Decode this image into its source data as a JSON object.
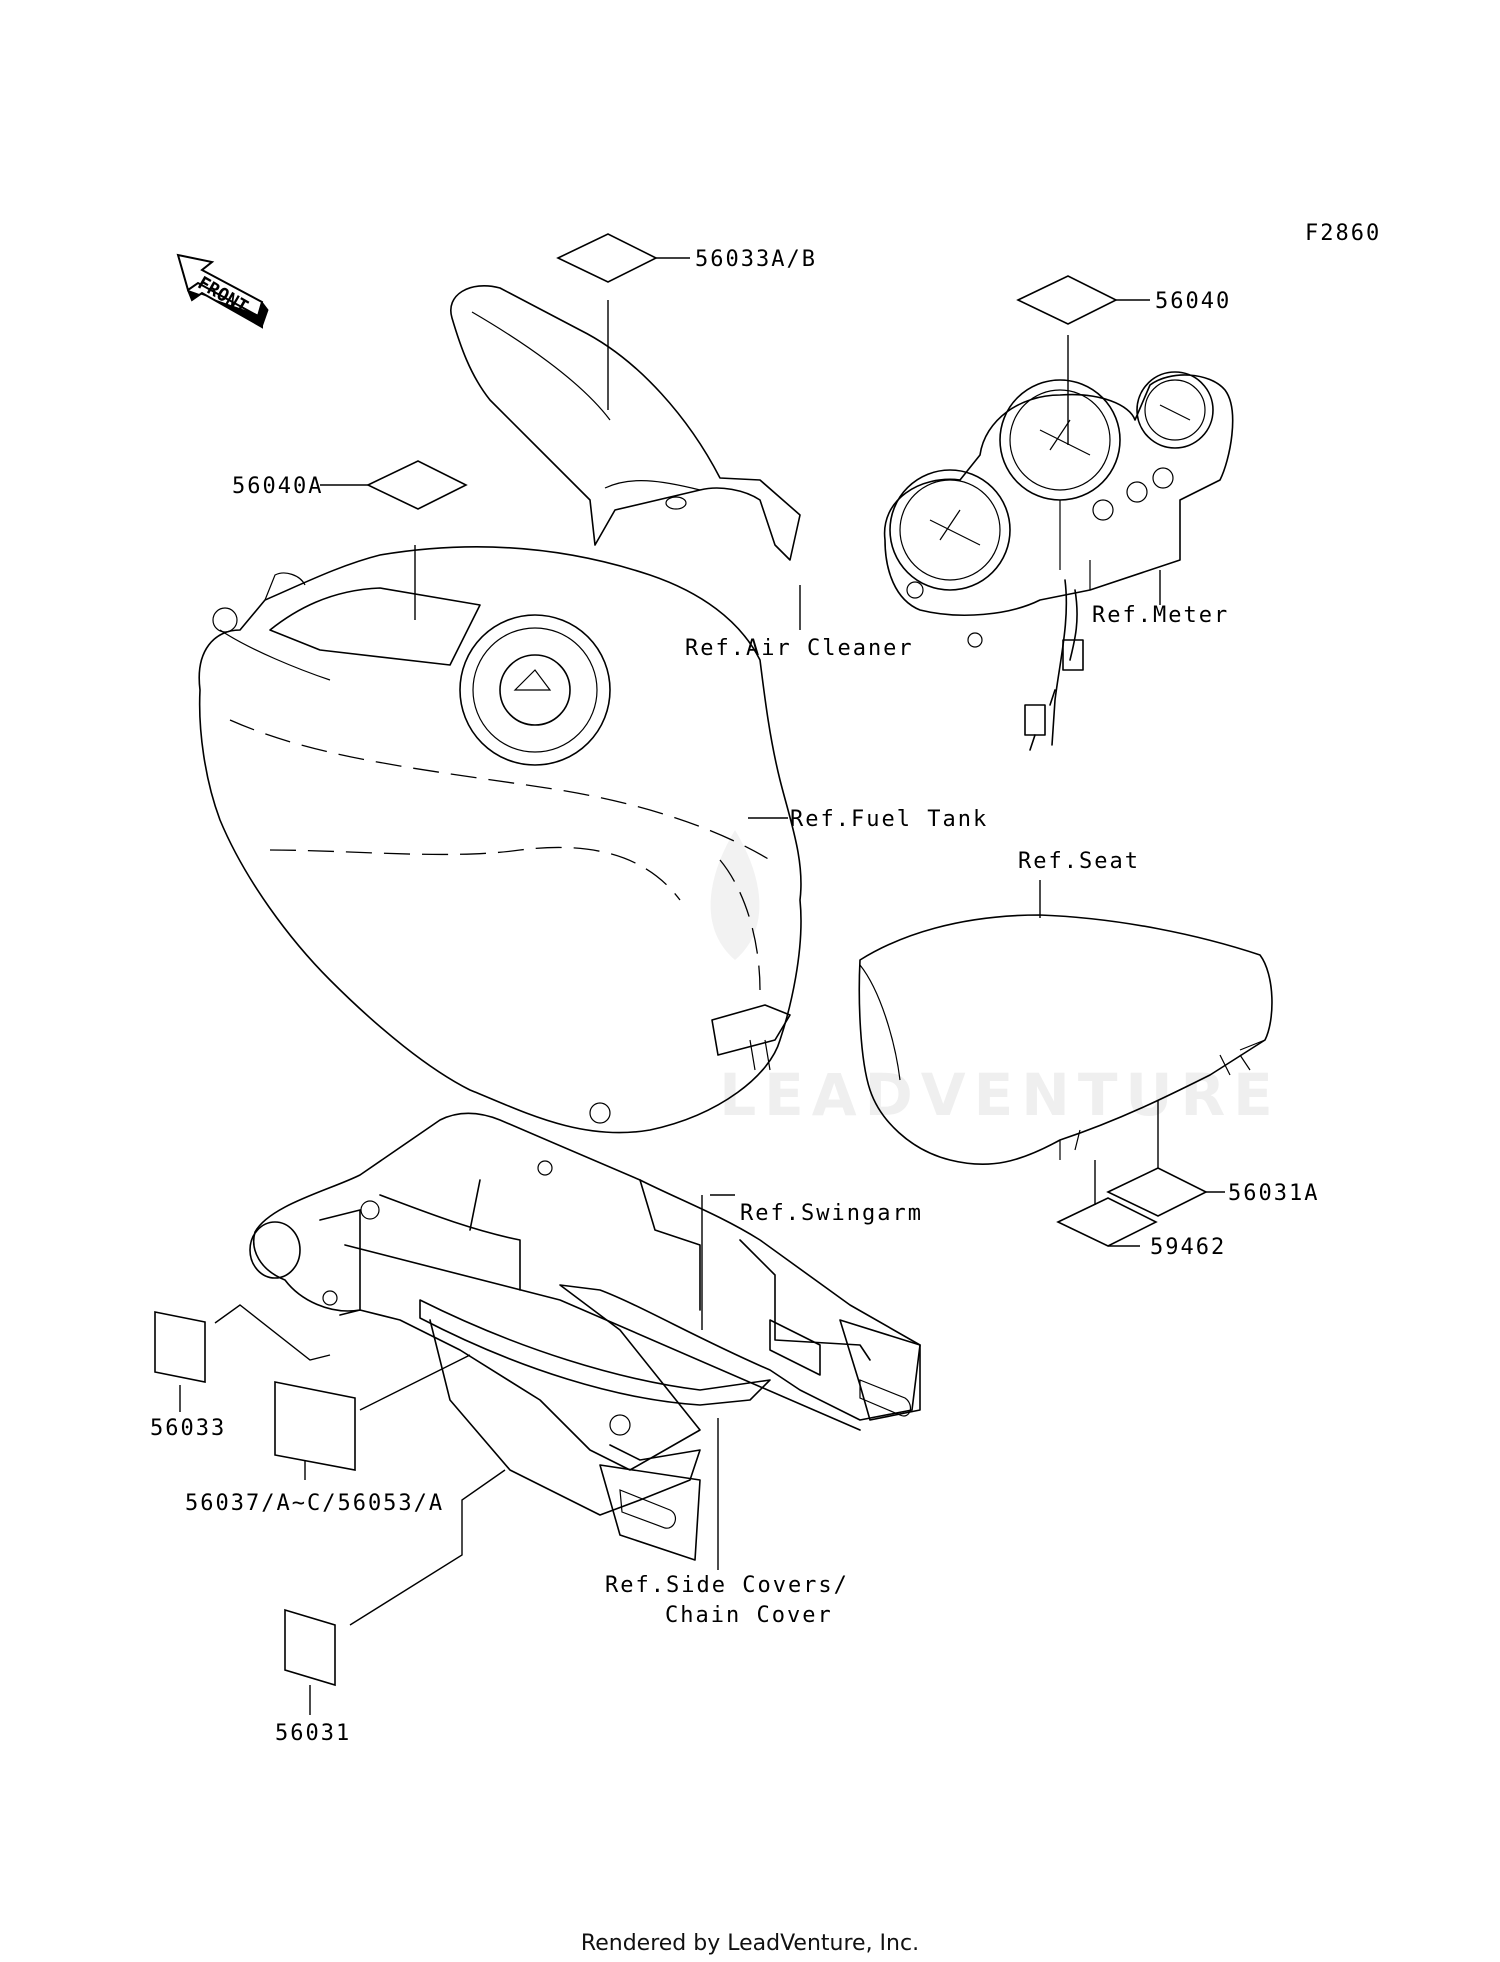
{
  "figure_code": "F2860",
  "orientation_label": "FRONT",
  "watermark": "LEADVENTURE",
  "footer": "Rendered by LeadVenture, Inc.",
  "callouts": {
    "p56033ab": "56033A/B",
    "p56040": "56040",
    "p56040a": "56040A",
    "p56031a": "56031A",
    "p59462": "59462",
    "p56033": "56033",
    "p56037": "56037/A~C/56053/A",
    "p56031": "56031"
  },
  "references": {
    "air_cleaner": "Ref.Air Cleaner",
    "meter": "Ref.Meter",
    "fuel_tank": "Ref.Fuel Tank",
    "seat": "Ref.Seat",
    "swingarm": "Ref.Swingarm",
    "side_covers_1": "Ref.Side Covers/",
    "side_covers_2": "Chain Cover"
  }
}
